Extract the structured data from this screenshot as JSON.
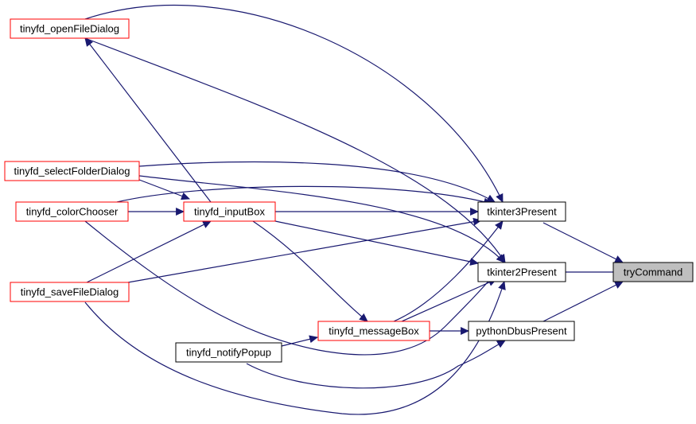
{
  "graph": {
    "edge_color": "#191970",
    "nodes": [
      {
        "id": "trycommand",
        "label": "tryCommand",
        "fill": "#bfbfbf",
        "border": "#000000"
      },
      {
        "id": "tkinter3",
        "label": "tkinter3Present",
        "fill": "#ffffff",
        "border": "#000000"
      },
      {
        "id": "tkinter2",
        "label": "tkinter2Present",
        "fill": "#ffffff",
        "border": "#000000"
      },
      {
        "id": "pydbus",
        "label": "pythonDbusPresent",
        "fill": "#ffffff",
        "border": "#000000"
      },
      {
        "id": "openfile",
        "label": "tinyfd_openFileDialog",
        "fill": "#ffffff",
        "border": "#ff0000"
      },
      {
        "id": "selectfolder",
        "label": "tinyfd_selectFolderDialog",
        "fill": "#ffffff",
        "border": "#ff0000"
      },
      {
        "id": "colorchooser",
        "label": "tinyfd_colorChooser",
        "fill": "#ffffff",
        "border": "#ff0000"
      },
      {
        "id": "inputbox",
        "label": "tinyfd_inputBox",
        "fill": "#ffffff",
        "border": "#ff0000"
      },
      {
        "id": "savefile",
        "label": "tinyfd_saveFileDialog",
        "fill": "#ffffff",
        "border": "#ff0000"
      },
      {
        "id": "messagebox",
        "label": "tinyfd_messageBox",
        "fill": "#ffffff",
        "border": "#ff0000"
      },
      {
        "id": "notifypopup",
        "label": "tinyfd_notifyPopup",
        "fill": "#ffffff",
        "border": "#000000"
      }
    ],
    "edges": [
      {
        "from": "tkinter3",
        "to": "trycommand"
      },
      {
        "from": "tkinter2",
        "to": "trycommand"
      },
      {
        "from": "pydbus",
        "to": "trycommand"
      },
      {
        "from": "openfile",
        "to": "tkinter3"
      },
      {
        "from": "openfile",
        "to": "tkinter2"
      },
      {
        "from": "selectfolder",
        "to": "tkinter3"
      },
      {
        "from": "selectfolder",
        "to": "tkinter2"
      },
      {
        "from": "selectfolder",
        "to": "inputbox"
      },
      {
        "from": "colorchooser",
        "to": "inputbox"
      },
      {
        "from": "colorchooser",
        "to": "tkinter3"
      },
      {
        "from": "colorchooser",
        "to": "tkinter2"
      },
      {
        "from": "inputbox",
        "to": "openfile"
      },
      {
        "from": "inputbox",
        "to": "tkinter3"
      },
      {
        "from": "inputbox",
        "to": "tkinter2"
      },
      {
        "from": "inputbox",
        "to": "messagebox"
      },
      {
        "from": "savefile",
        "to": "inputbox"
      },
      {
        "from": "savefile",
        "to": "tkinter3"
      },
      {
        "from": "savefile",
        "to": "tkinter2"
      },
      {
        "from": "messagebox",
        "to": "tkinter3"
      },
      {
        "from": "messagebox",
        "to": "tkinter2"
      },
      {
        "from": "messagebox",
        "to": "pydbus"
      },
      {
        "from": "notifypopup",
        "to": "messagebox"
      },
      {
        "from": "notifypopup",
        "to": "pydbus"
      }
    ]
  }
}
